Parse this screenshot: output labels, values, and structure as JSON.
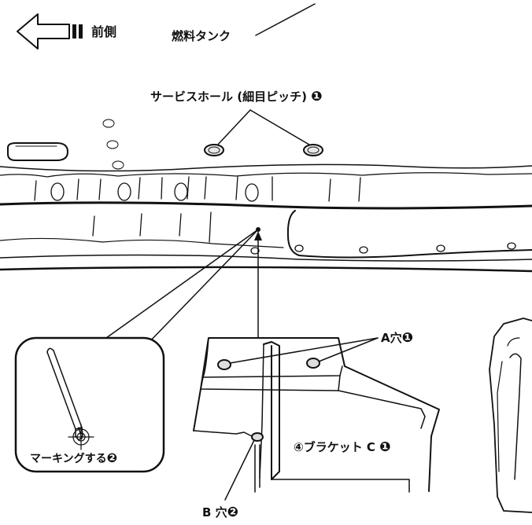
{
  "labels": {
    "front": "前側",
    "fuel_tank": "燃料タンク",
    "service_hole": "サービスホール (細目ピッチ)",
    "service_hole_num": "❶",
    "hole_a": "A穴",
    "hole_a_num": "❶",
    "bracket": "④ブラケット C",
    "bracket_num": "❶",
    "marking": "マーキングする",
    "marking_num": "❷",
    "hole_b": "B 穴",
    "hole_b_num": "❷"
  }
}
